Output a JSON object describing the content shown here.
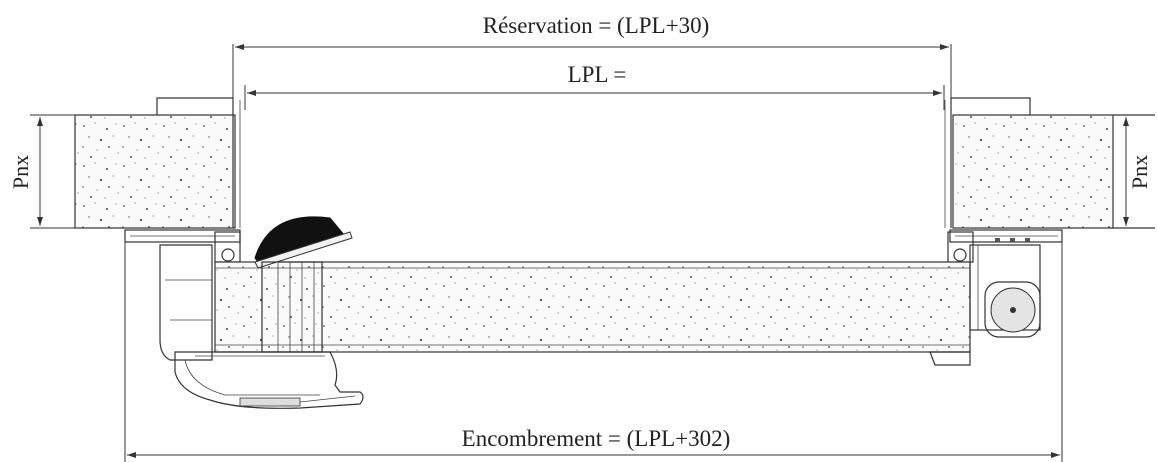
{
  "labels": {
    "reservation": "Réservation  = (LPL+30)",
    "lpl": "LPL =",
    "pnx_left": "Pnx",
    "pnx_right": "Pnx",
    "encombrement": "Encombrement = (LPL+302)"
  }
}
